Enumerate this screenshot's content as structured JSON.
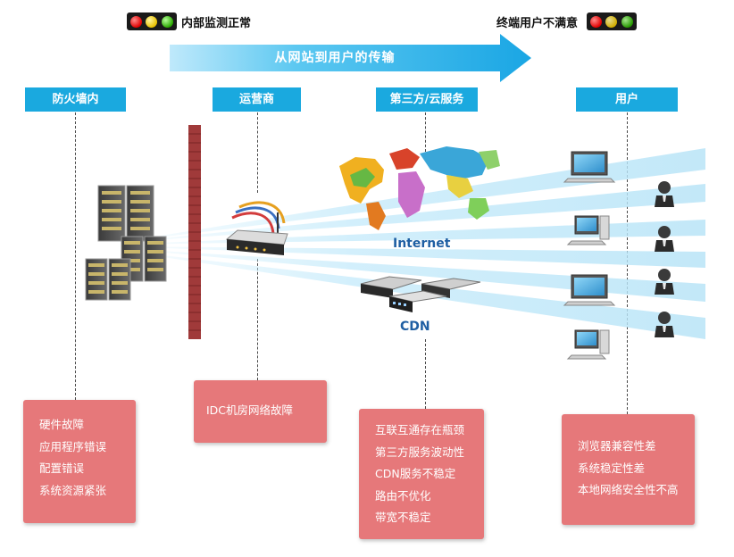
{
  "status": {
    "left_text": "内部监测正常",
    "right_text": "终端用户不满意"
  },
  "banner": {
    "text": "从网站到用户的传输"
  },
  "sections": [
    {
      "key": "firewall",
      "title": "防火墙内"
    },
    {
      "key": "carrier",
      "title": "运营商"
    },
    {
      "key": "thirdparty",
      "title": "第三方/云服务"
    },
    {
      "key": "user",
      "title": "用户"
    }
  ],
  "labels": {
    "internet": "Internet",
    "cdn": "CDN"
  },
  "issues": {
    "firewall": [
      "硬件故障",
      "应用程序错误",
      "配置错误",
      "系统资源紧张"
    ],
    "carrier": [
      "IDC机房网络故障"
    ],
    "thirdparty": [
      "互联互通存在瓶颈",
      "第三方服务波动性",
      "CDN服务不稳定",
      "路由不优化",
      "带宽不稳定"
    ],
    "user": [
      "浏览器兼容性差",
      "系统稳定性差",
      "本地网络安全性不高"
    ]
  },
  "colors": {
    "header_blue": "#1aa9df",
    "issue_pink": "#e6787a",
    "arrow_blue": "#22b0e8"
  },
  "icons": [
    "traffic-light-icon",
    "server-rack-icon",
    "firewall-wall-icon",
    "router-icon",
    "world-map-icon",
    "network-switch-icon",
    "computer-icon",
    "user-icon"
  ]
}
